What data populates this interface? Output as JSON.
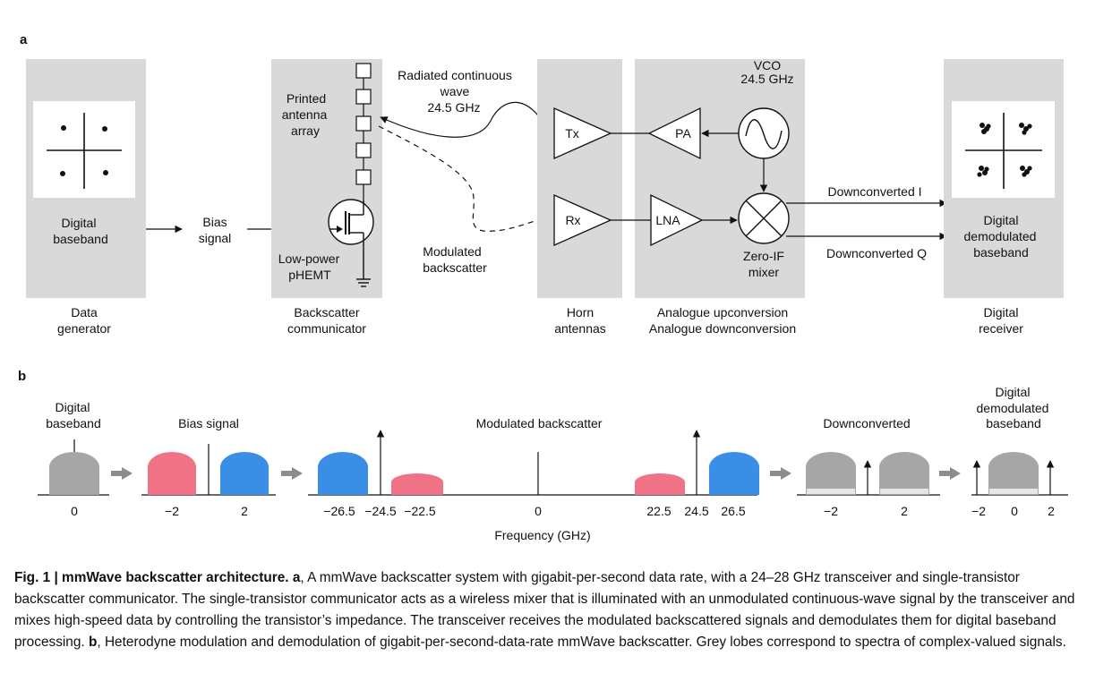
{
  "panel_a": {
    "label": "a",
    "blocks": {
      "data_generator": {
        "inner": [
          "Digital",
          "baseband"
        ],
        "caption": [
          "Data",
          "generator"
        ]
      },
      "bias_signal": [
        "Bias",
        "signal"
      ],
      "backscatter": {
        "antenna_label": [
          "Printed",
          "antenna",
          "array"
        ],
        "transistor_label": [
          "Low-power",
          "pHEMT"
        ],
        "caption": [
          "Backscatter",
          "communicator"
        ]
      },
      "radiated": [
        "Radiated continuous",
        "wave",
        "24.5 GHz"
      ],
      "modulated": [
        "Modulated",
        "backscatter"
      ],
      "horn": {
        "tx": "Tx",
        "rx": "Rx",
        "caption": [
          "Horn",
          "antennas"
        ]
      },
      "analogue": {
        "pa": "PA",
        "lna": "LNA",
        "vco": [
          "VCO",
          "24.5 GHz"
        ],
        "mixer": [
          "Zero-IF",
          "mixer"
        ],
        "caption": [
          "Analogue upconversion",
          "Analogue downconversion"
        ]
      },
      "down_i": "Downconverted I",
      "down_q": "Downconverted Q",
      "receiver": {
        "inner": [
          "Digital",
          "demodulated",
          "baseband"
        ],
        "caption": [
          "Digital",
          "receiver"
        ]
      }
    }
  },
  "panel_b": {
    "label": "b",
    "titles": {
      "baseband": [
        "Digital",
        "baseband"
      ],
      "bias": "Bias signal",
      "modulated": "Modulated backscatter",
      "downconverted": "Downconverted",
      "demod": [
        "Digital",
        "demodulated",
        "baseband"
      ]
    },
    "ticks": {
      "g1": [
        "0"
      ],
      "g2": [
        "−2",
        "2"
      ],
      "g3": [
        "−26.5",
        "−24.5",
        "−22.5",
        "0",
        "22.5",
        "24.5",
        "26.5"
      ],
      "g4": [
        "−2",
        "2"
      ],
      "g5": [
        "−2",
        "0",
        "2"
      ]
    },
    "xlabel": "Frequency (GHz)"
  },
  "caption": {
    "bold": "Fig. 1 | mmWave backscatter architecture. a",
    "text1": ", A mmWave backscatter system with gigabit-per-second data rate, with a 24–28 GHz transceiver and single-transistor backscatter communicator. The single-transistor communicator acts as a wireless mixer that is illuminated with an unmodulated continuous-wave signal by the transceiver and mixes high-speed data by controlling the transistor’s impedance. The transceiver receives the modulated backscattered signals and demodulates them for digital baseband processing. ",
    "bold2": "b",
    "text2": ", Heterodyne modulation and demodulation of gigabit-per-second-data-rate mmWave backscatter. Grey lobes correspond to spectra of complex-valued signals."
  },
  "colors": {
    "panel": "#d9d9d9",
    "grey_lobe": "#a6a6a6",
    "pink_lobe": "#f07385",
    "blue_lobe": "#3a8ee6",
    "arrow_grey": "#8c8c8c"
  }
}
